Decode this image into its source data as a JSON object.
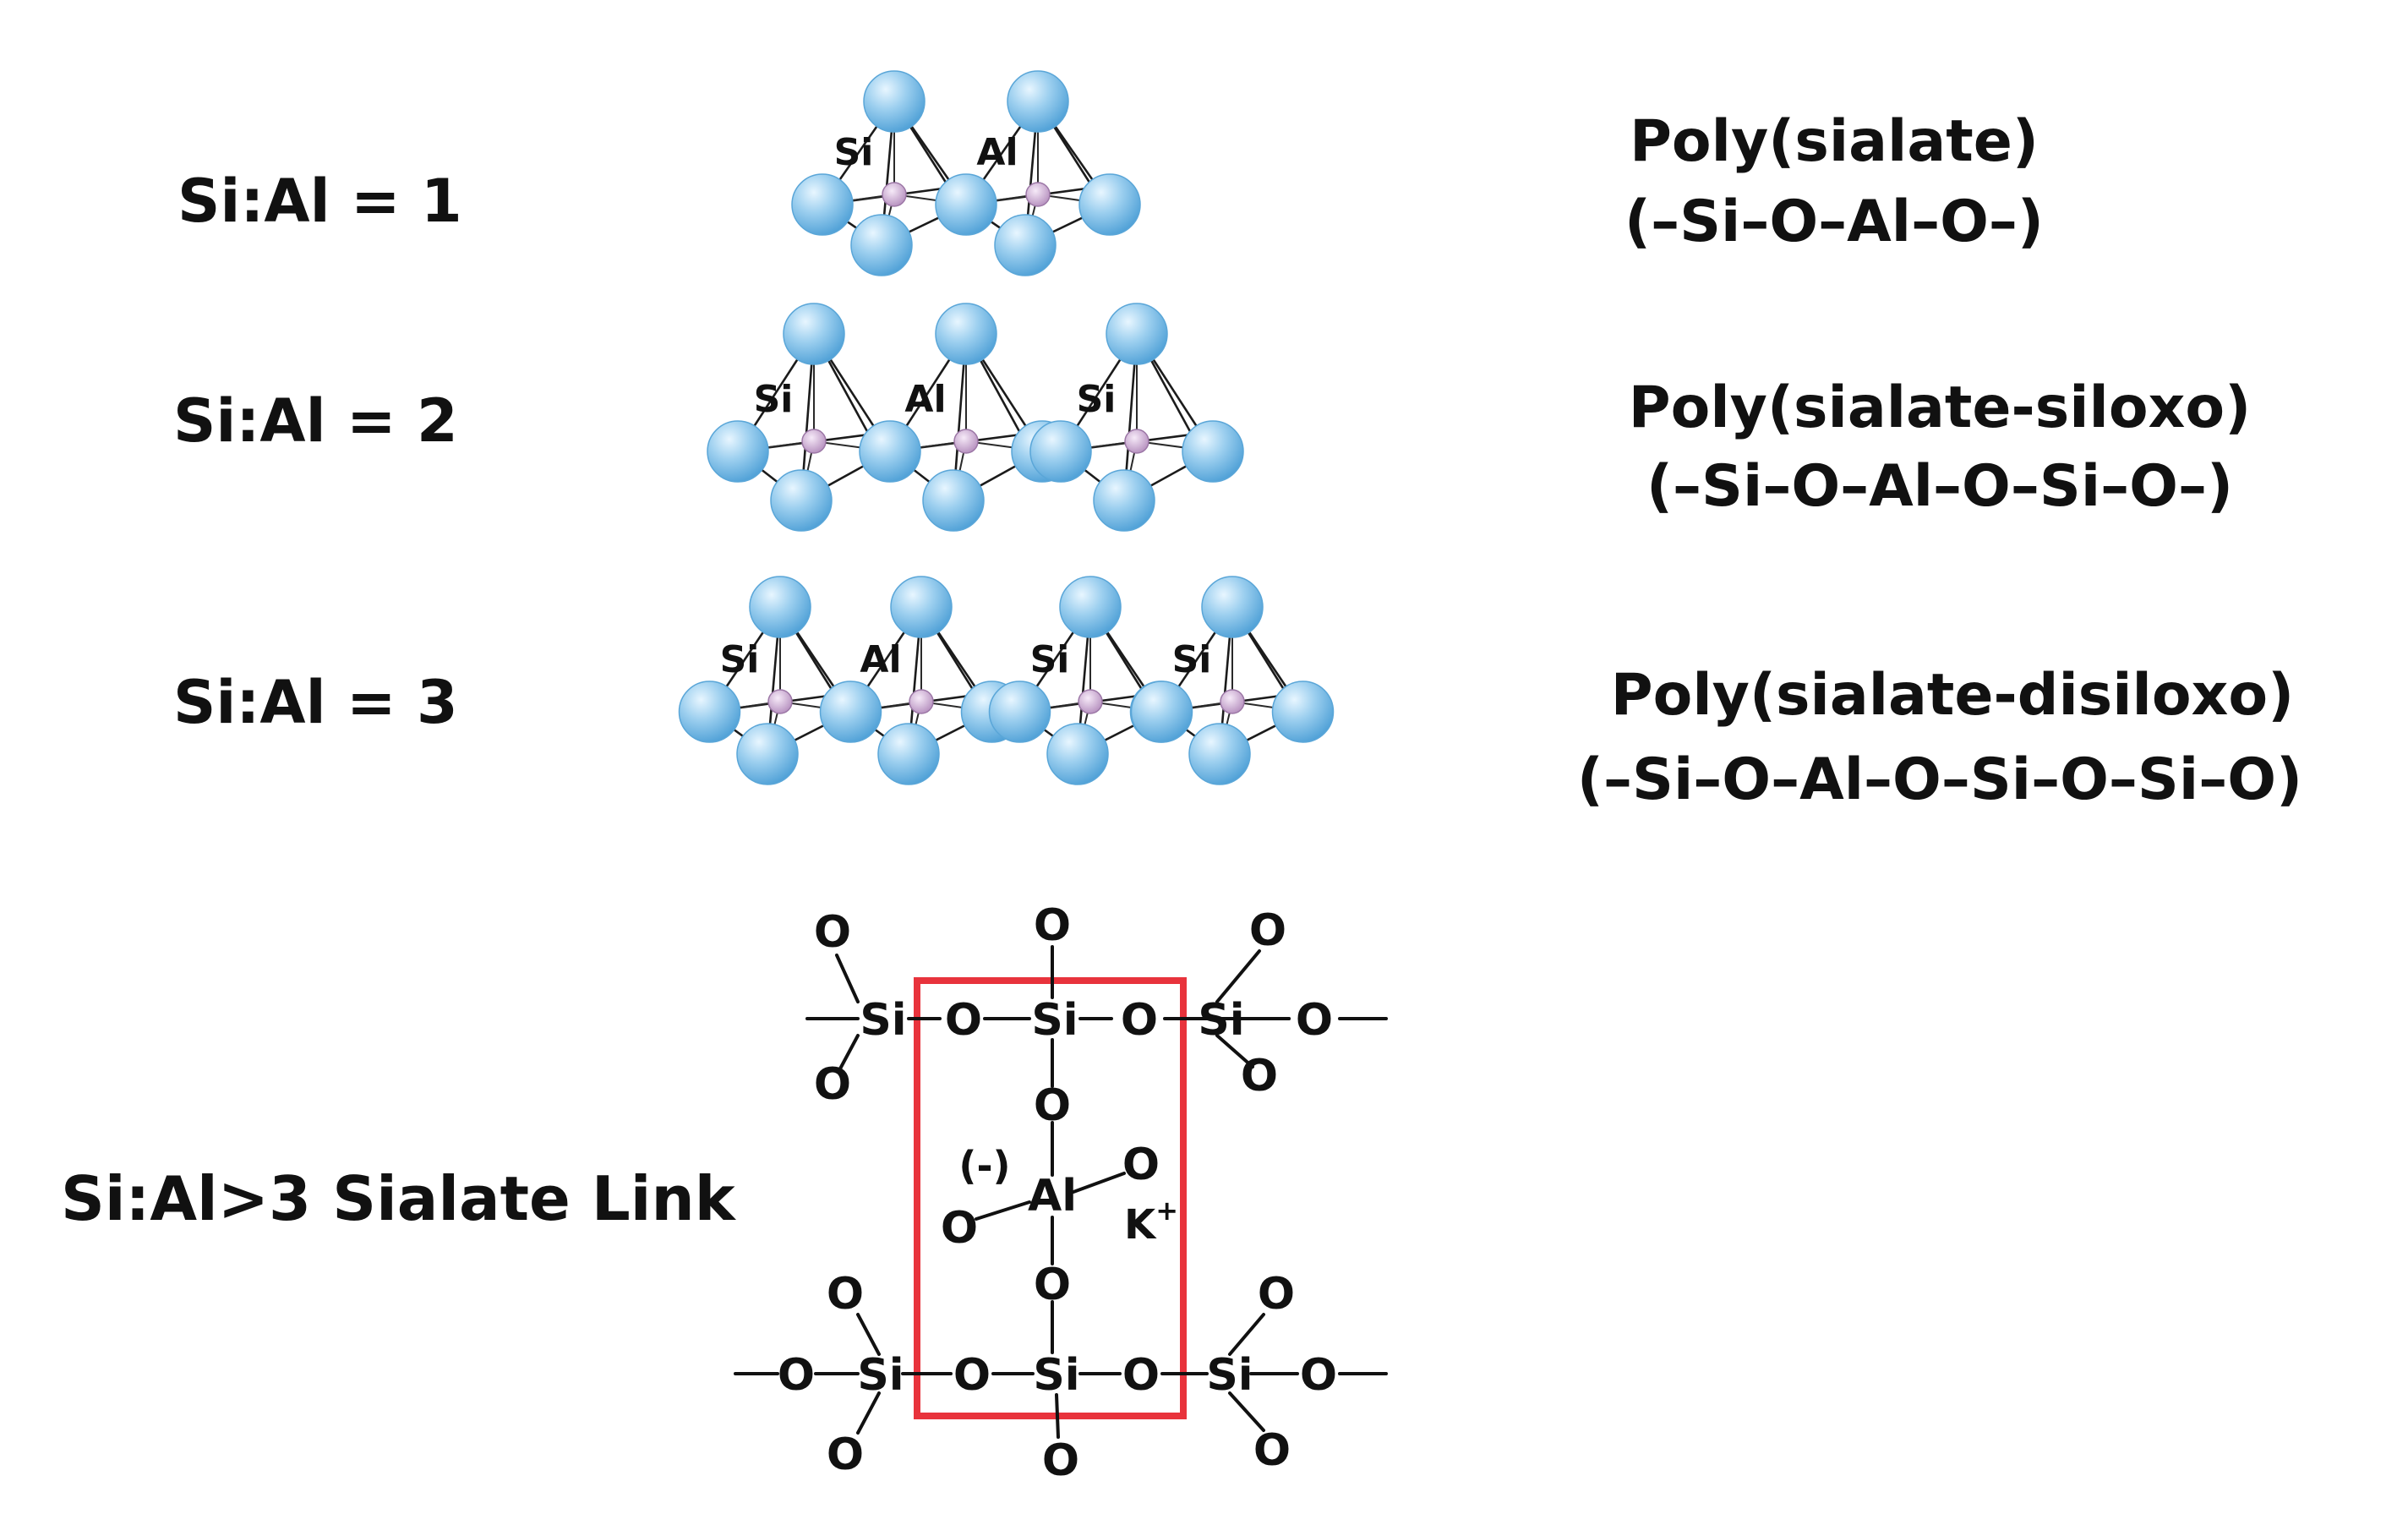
{
  "colors": {
    "sphere_fill": "#9ccfef",
    "sphere_highlight": "#e8f6ff",
    "sphere_shadow": "#4d9fd6",
    "center_atom": "#d7b9dc",
    "box": "#e8333c",
    "text": "#111111"
  },
  "rows": [
    {
      "ratio_label": "Si:Al = 1",
      "polymer_name": "Poly(sialate)",
      "polymer_formula": "(–Si–O–Al–O–)",
      "tetrahedra": [
        {
          "label": "Si"
        },
        {
          "label": "Al"
        }
      ]
    },
    {
      "ratio_label": "Si:Al = 2",
      "polymer_name": "Poly(sialate-siloxo)",
      "polymer_formula": "(–Si–O–Al–O–Si–O–)",
      "tetrahedra": [
        {
          "label": "Si"
        },
        {
          "label": "Al"
        },
        {
          "label": "Si"
        }
      ]
    },
    {
      "ratio_label": "Si:Al = 3",
      "polymer_name": "Poly(sialate-disiloxo)",
      "polymer_formula": "(–Si–O–Al–O–Si–O–Si–O)",
      "tetrahedra": [
        {
          "label": "Si"
        },
        {
          "label": "Al"
        },
        {
          "label": "Si"
        },
        {
          "label": "Si"
        }
      ]
    }
  ],
  "sialate_link": {
    "label": "Si:Al>3 Sialate Link",
    "silicon_symbol": "Si",
    "oxygen_symbol": "O",
    "aluminium_symbol": "Al",
    "charge_label": "(-)",
    "cation_symbol": "K",
    "cation_charge": "+"
  }
}
